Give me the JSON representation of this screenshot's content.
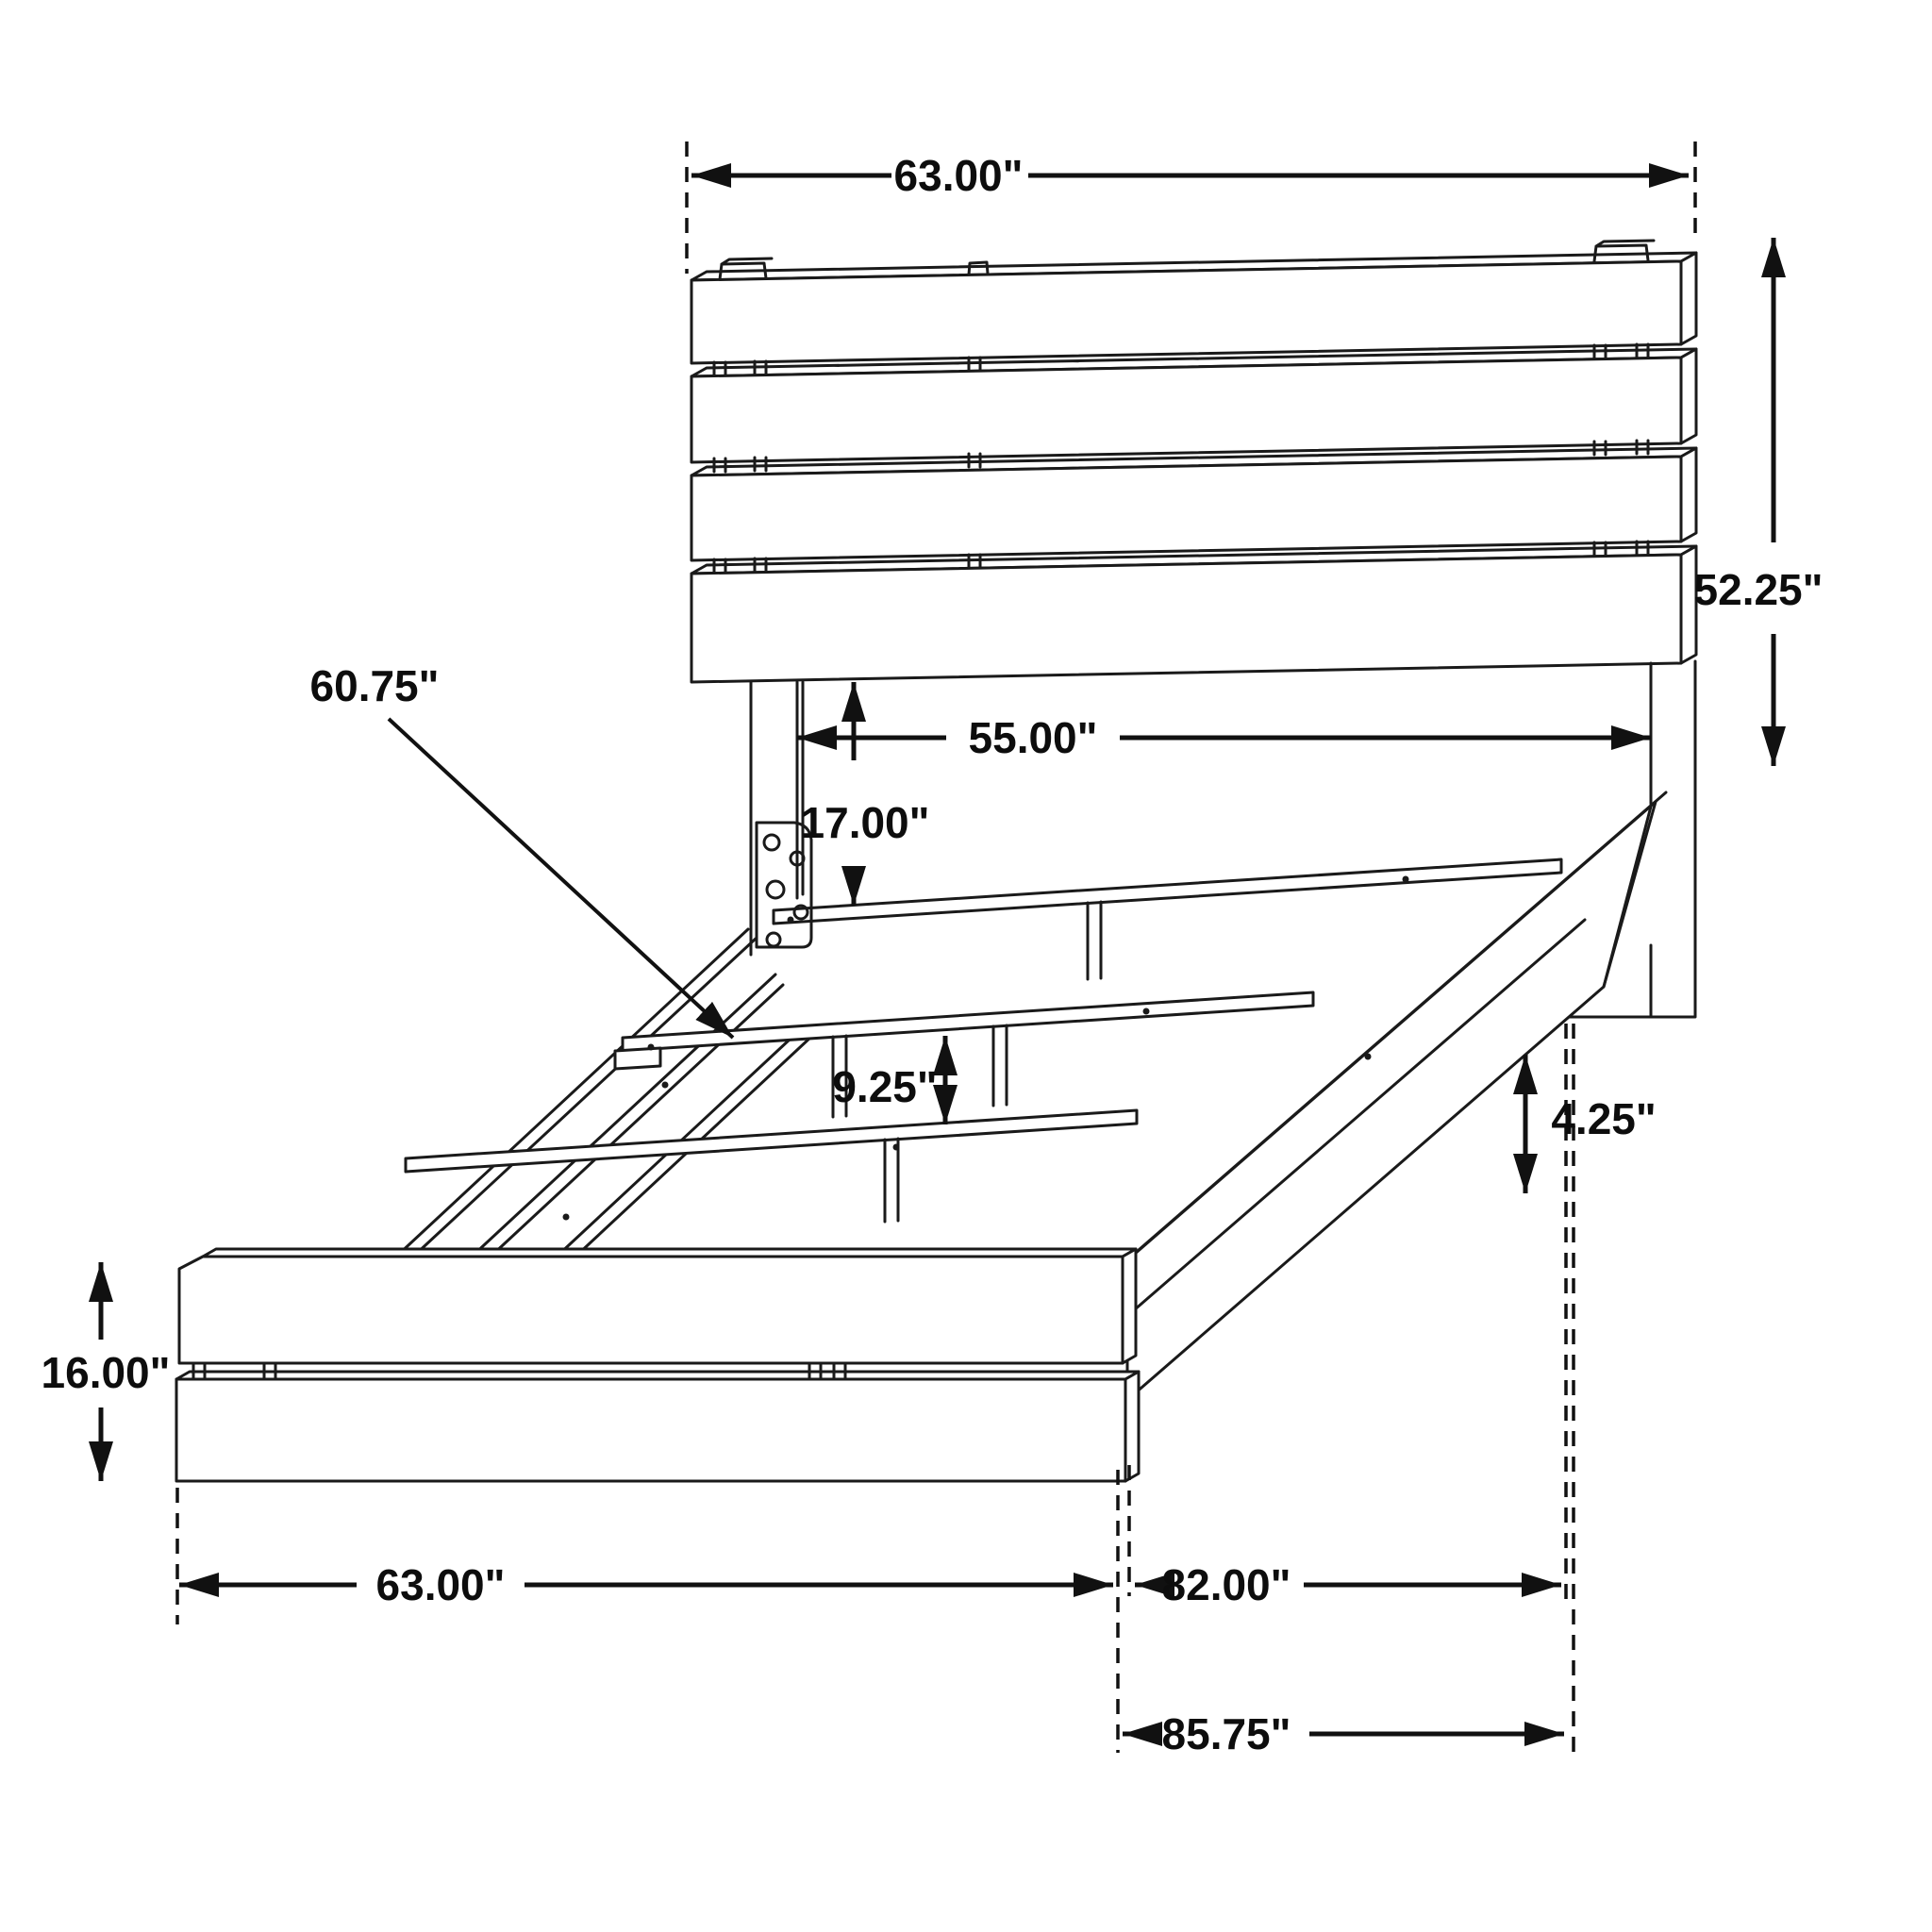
{
  "drawing": {
    "subject": "Platform bed frame technical dimension line drawing",
    "unit": "inches",
    "background_color": "#ffffff",
    "line_color": "#1a1a1a",
    "dimensions": {
      "headboard_width": {
        "text": "63.00\"",
        "value": 63.0,
        "location": "top"
      },
      "headboard_height": {
        "text": "52.25\"",
        "value": 52.25,
        "location": "right"
      },
      "inner_width": {
        "text": "55.00\"",
        "value": 55.0,
        "location": "between headboard legs"
      },
      "headboard_clearance web": {
        "text": "17.00\"",
        "value": 17.0,
        "location": "headboard bottom to slat rail"
      },
      "slat_rail_length": {
        "text": "60.75\"",
        "value": 60.75,
        "location": "leader to slat support rail"
      },
      "rail_gap": {
        "text": "9.25\"",
        "value": 9.25,
        "location": "between slat support rails"
      },
      "side_rail_height": {
        "text": "4.25\"",
        "value": 4.25,
        "location": "side rail"
      },
      "footboard_height": {
        "text": "16.00\"",
        "value": 16.0,
        "location": "left"
      },
      "footboard_width": {
        "text": "63.00\"",
        "value": 63.0,
        "location": "bottom left"
      },
      "inner_length": {
        "text": "82.00\"",
        "value": 82.0,
        "location": "bottom right"
      },
      "overall_length": {
        "text": "85.75\"",
        "value": 85.75,
        "location": "bottom right lower"
      }
    }
  }
}
